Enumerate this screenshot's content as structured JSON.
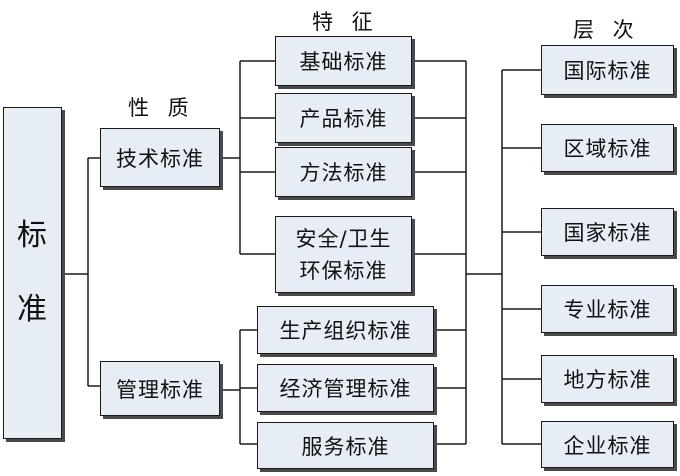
{
  "root": {
    "chars": [
      "标",
      "准"
    ]
  },
  "headers": {
    "nature": "性 质",
    "feature": "特 征",
    "level": "层 次"
  },
  "nature": {
    "technical": "技术标准",
    "management": "管理标准"
  },
  "features": {
    "basic": "基础标准",
    "product": "产品标准",
    "method": "方法标准",
    "safety_line1": "安全/卫生",
    "safety_line2": "环保标准",
    "production": "生产组织标准",
    "economic": "经济管理标准",
    "service": "服务标准"
  },
  "levels": {
    "international": "国际标准",
    "regional": "区域标准",
    "national": "国家标准",
    "professional": "专业标准",
    "local": "地方标准",
    "enterprise": "企业标准"
  }
}
